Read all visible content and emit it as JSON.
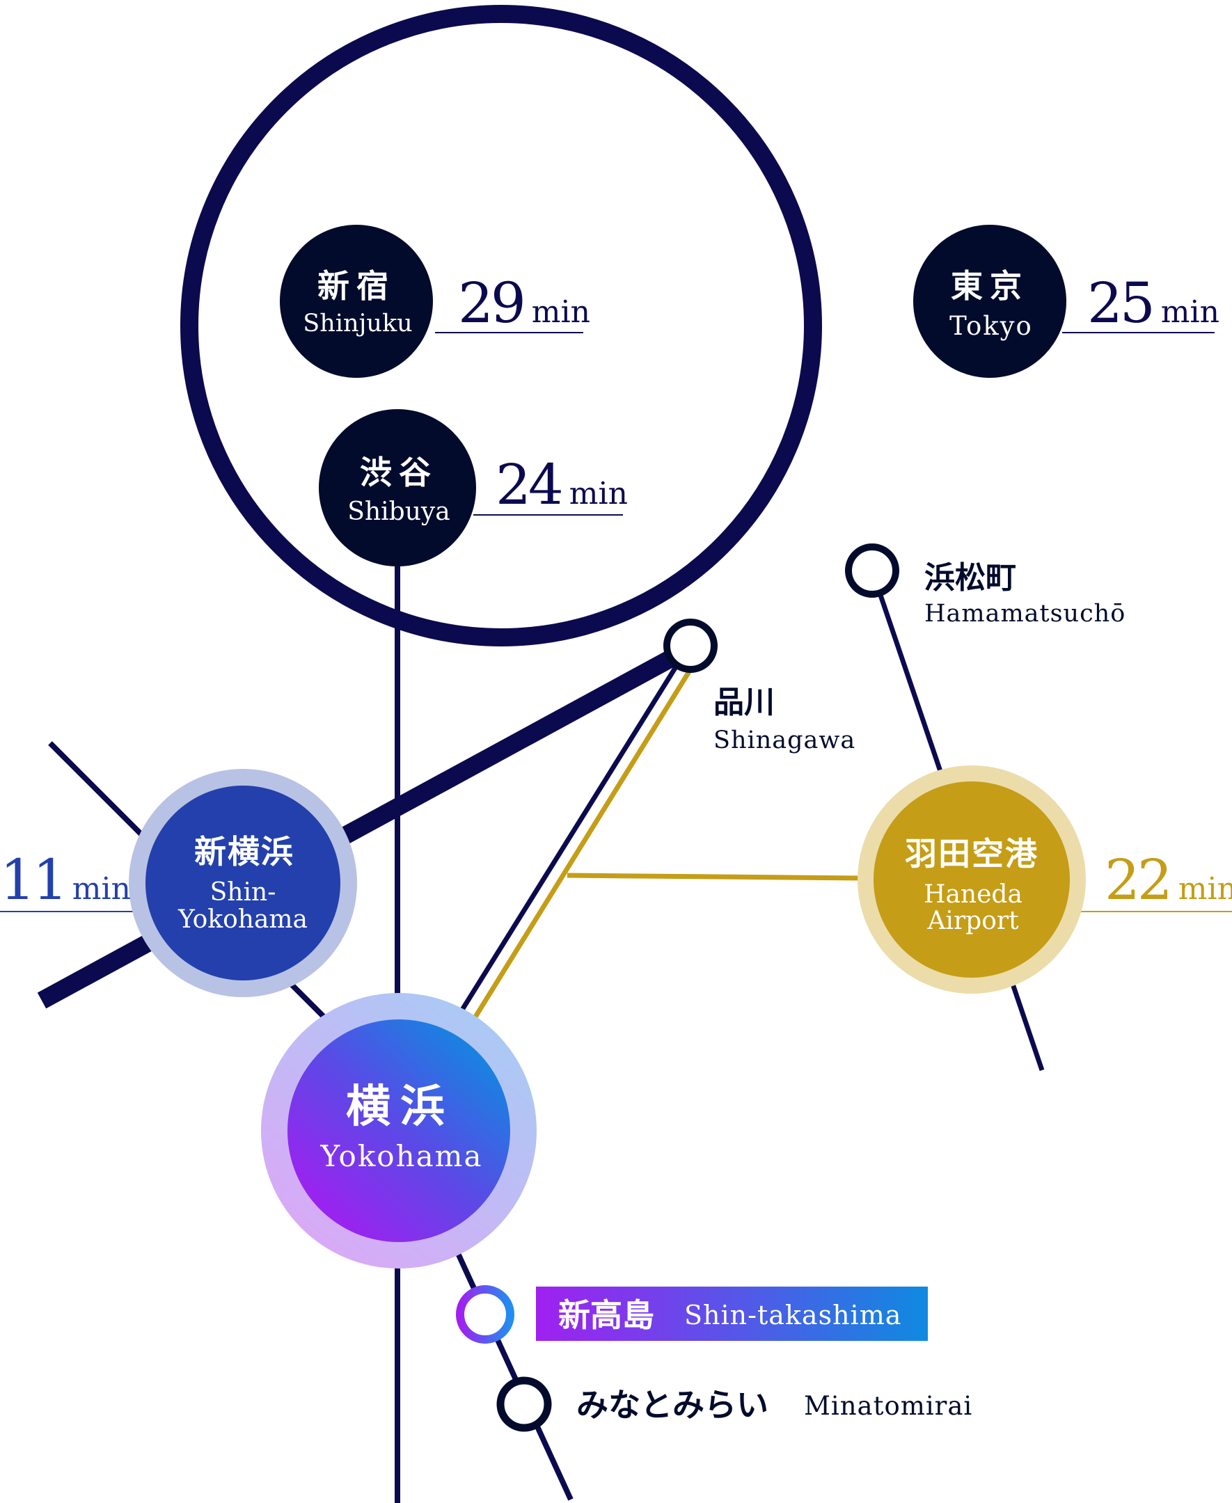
{
  "colors": {
    "navy": "#0c0a4e",
    "station_dark": "#020b2c",
    "shin_yokohama_blue": "#2340ad",
    "haneda_gold": "#c59d16",
    "yokohama_purple": "#a020f0",
    "yokohama_blue": "#0f8ae0"
  },
  "stations": {
    "shinjuku": {
      "jp": "新宿",
      "en": "Shinjuku",
      "time_value": "29",
      "time_unit": "min"
    },
    "tokyo": {
      "jp": "東京",
      "en": "Tokyo",
      "time_value": "25",
      "time_unit": "min"
    },
    "shibuya": {
      "jp": "渋谷",
      "en": "Shibuya",
      "time_value": "24",
      "time_unit": "min"
    },
    "hamamatsucho": {
      "jp": "浜松町",
      "en": "Hamamatsuchō"
    },
    "shinagawa": {
      "jp": "品川",
      "en": "Shinagawa"
    },
    "shin_yokohama": {
      "jp": "新横浜",
      "en_line1": "Shin-",
      "en_line2": "Yokohama",
      "time_value": "11",
      "time_unit": "min"
    },
    "haneda": {
      "jp": "羽田空港",
      "en_line1": "Haneda",
      "en_line2": "Airport",
      "time_value": "22",
      "time_unit": "min"
    },
    "yokohama": {
      "jp": "横浜",
      "en": "Yokohama"
    },
    "shin_takashima": {
      "jp": "新高島",
      "en": "Shin-takashima"
    },
    "minatomirai": {
      "jp": "みなとみらい",
      "en": "Minatomirai"
    }
  }
}
